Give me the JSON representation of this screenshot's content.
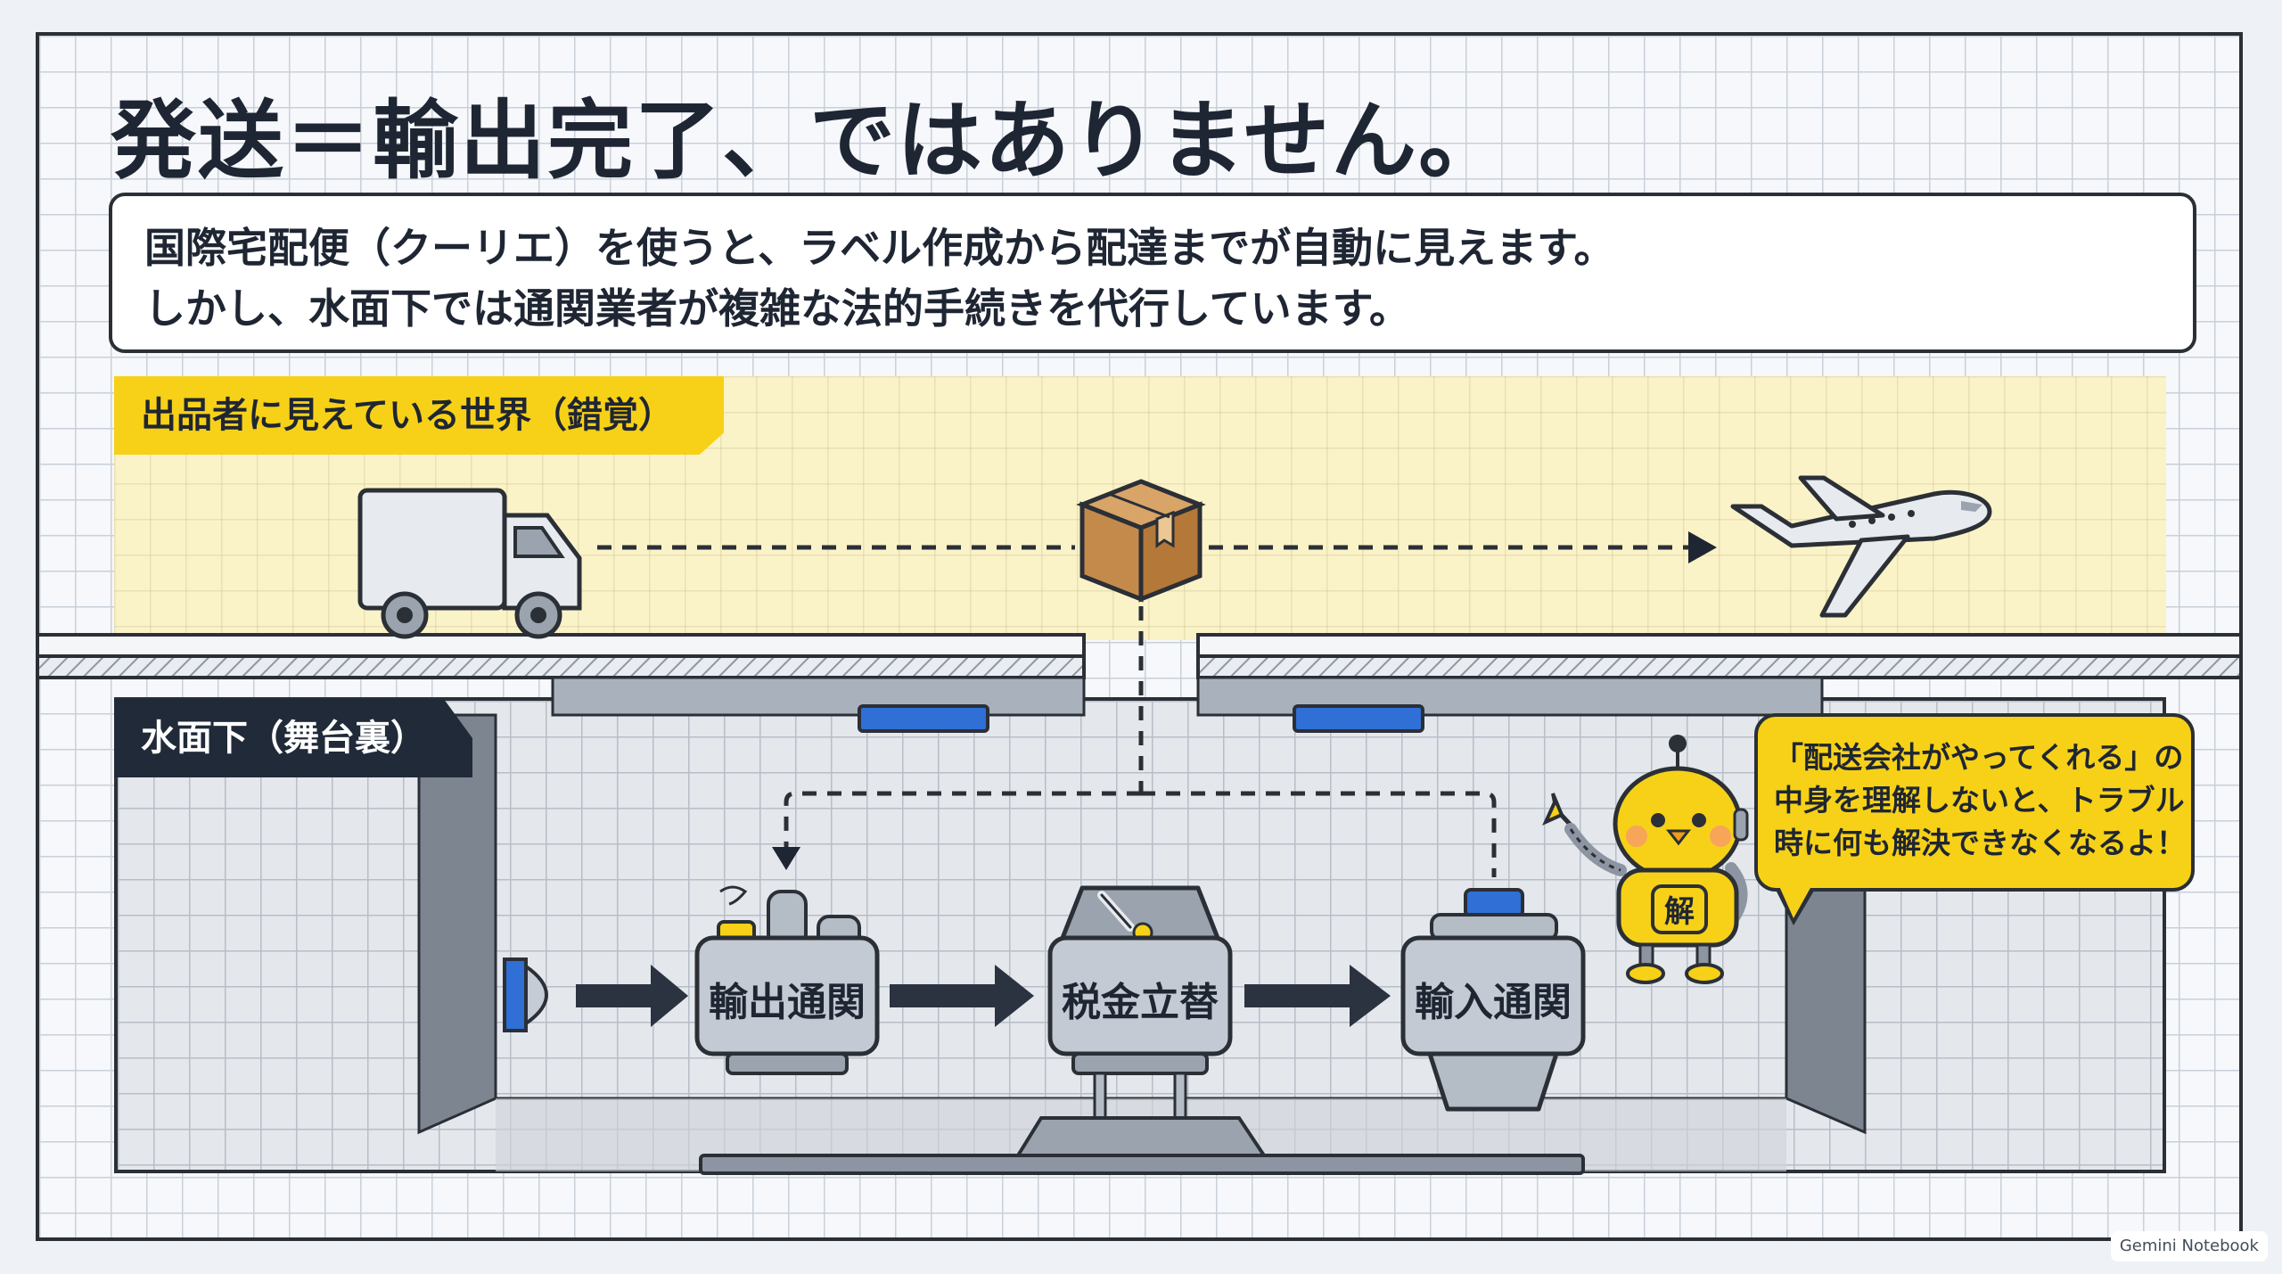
{
  "title": "発送＝輸出完了、ではありません。",
  "intro": {
    "line1": "国際宅配便（クーリエ）を使うと、ラベル作成から配達までが自動に見えます。",
    "line2": "しかし、水面下では通関業者が複雑な法的手続きを代行しています。"
  },
  "above_section": {
    "label": "出品者に見えている世界（錯覚）",
    "icons": [
      "truck-icon",
      "package-icon",
      "airplane-icon"
    ]
  },
  "below_section": {
    "label": "水面下（舞台裏）",
    "steps": [
      "輸出通関",
      "税金立替",
      "輸入通関"
    ]
  },
  "mascot": {
    "badge": "解",
    "bubble_line1": "「配送会社がやってくれる」の",
    "bubble_line2": "中身を理解しないと、トラブル",
    "bubble_line3": "時に何も解決できなくなるよ！"
  },
  "colors": {
    "accent_yellow": "#f7d117",
    "dark_navy": "#202a38",
    "above_bg": "#fbf3c8",
    "lamp_blue": "#2f6fd6"
  },
  "watermark": "Gemini Notebook"
}
